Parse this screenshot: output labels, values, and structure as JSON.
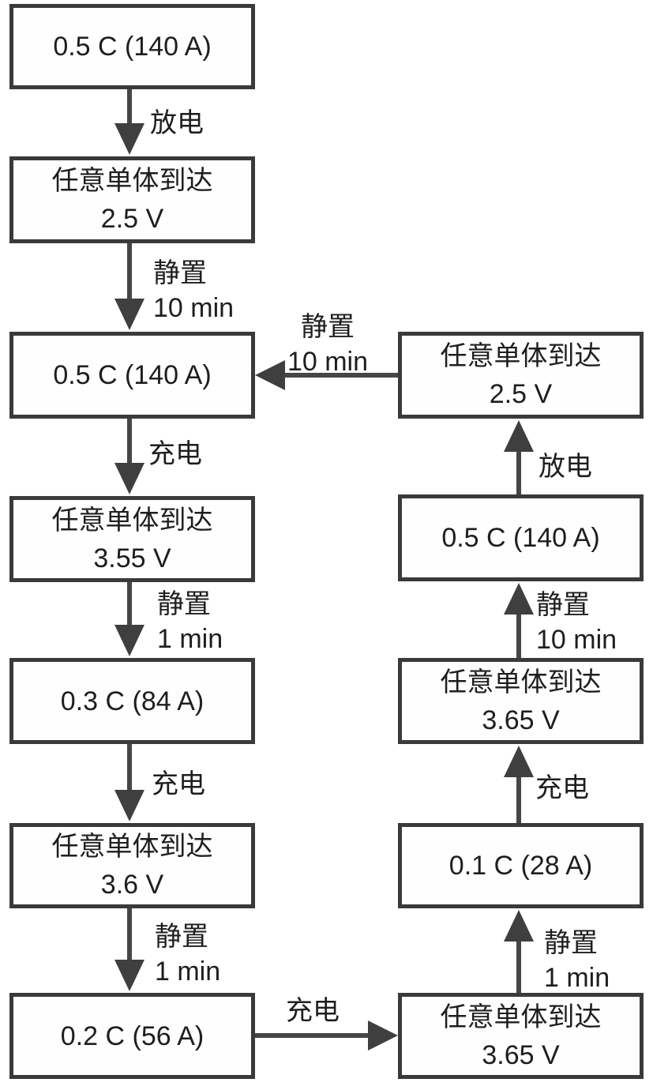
{
  "diagram": {
    "type": "flowchart",
    "colors": {
      "stroke": "#3f3f3f",
      "border": "#3a3a3a",
      "text": "#1e1e1e",
      "background": "#ffffff"
    },
    "boxes": {
      "l1": {
        "lines": [
          "0.5 C (140 A)"
        ]
      },
      "l2": {
        "lines": [
          "任意单体到达",
          "2.5 V"
        ]
      },
      "l3": {
        "lines": [
          "0.5 C (140 A)"
        ]
      },
      "l4": {
        "lines": [
          "任意单体到达",
          "3.55 V"
        ]
      },
      "l5": {
        "lines": [
          "0.3 C (84 A)"
        ]
      },
      "l6": {
        "lines": [
          "任意单体到达",
          "3.6 V"
        ]
      },
      "l7": {
        "lines": [
          "0.2 C (56 A)"
        ]
      },
      "r1": {
        "lines": [
          "任意单体到达",
          "2.5 V"
        ]
      },
      "r2": {
        "lines": [
          "0.5 C (140 A)"
        ]
      },
      "r3": {
        "lines": [
          "任意单体到达",
          "3.65 V"
        ]
      },
      "r4": {
        "lines": [
          "0.1 C (28 A)"
        ]
      },
      "r5": {
        "lines": [
          "任意单体到达",
          "3.65 V"
        ]
      }
    },
    "edges": {
      "discharge_l1_l2": {
        "lines": [
          "放电"
        ]
      },
      "rest_l2_l3": {
        "lines": [
          "静置",
          "10 min"
        ]
      },
      "charge_l3_l4": {
        "lines": [
          "充电"
        ]
      },
      "rest_l4_l5": {
        "lines": [
          "静置",
          "1 min"
        ]
      },
      "charge_l5_l6": {
        "lines": [
          "充电"
        ]
      },
      "rest_l6_l7": {
        "lines": [
          "静置",
          "1 min"
        ]
      },
      "charge_l7_r5": {
        "lines": [
          "充电"
        ]
      },
      "rest_r5_r4": {
        "lines": [
          "静置",
          "1 min"
        ]
      },
      "charge_r4_r3": {
        "lines": [
          "充电"
        ]
      },
      "rest_r3_r2": {
        "lines": [
          "静置",
          "10 min"
        ]
      },
      "discharge_r2_r1": {
        "lines": [
          "放电"
        ]
      },
      "rest_r1_l3": {
        "lines": [
          "静置",
          "10 min"
        ]
      }
    }
  }
}
